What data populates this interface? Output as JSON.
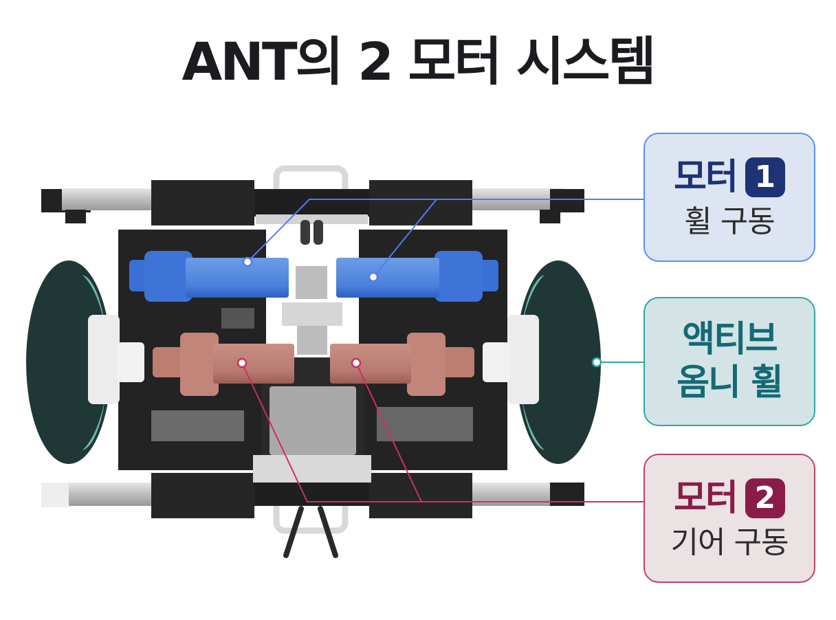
{
  "title": "ANT의 2 모터 시스템",
  "colors": {
    "motor1_accent": "#1e3275",
    "motor1_line": "#4f7ff0",
    "motor1_box_bg": "#dde5f2",
    "omni_accent": "#136a74",
    "omni_line": "#2ea7a4",
    "omni_box_bg": "#d3e3e6",
    "motor2_accent": "#8a1c49",
    "motor2_line": "#c8325f",
    "motor2_box_bg": "#eae2e3"
  },
  "labels": {
    "motor1": {
      "title": "모터",
      "badge": "1",
      "subtitle": "휠 구동"
    },
    "omni_wheel": {
      "line1": "액티브",
      "line2": "옴니 휠"
    },
    "motor2": {
      "title": "모터",
      "badge": "2",
      "subtitle": "기어 구동"
    }
  },
  "illustration": {
    "subject": "ANT robot chassis top view",
    "parts": [
      "blue-wheel-motor-left",
      "blue-wheel-motor-right",
      "red-gear-motor-left",
      "red-gear-motor-right",
      "omni-wheel-left",
      "omni-wheel-right",
      "linear-rail-top",
      "linear-rail-bottom",
      "handle-top",
      "handle-bottom"
    ]
  }
}
